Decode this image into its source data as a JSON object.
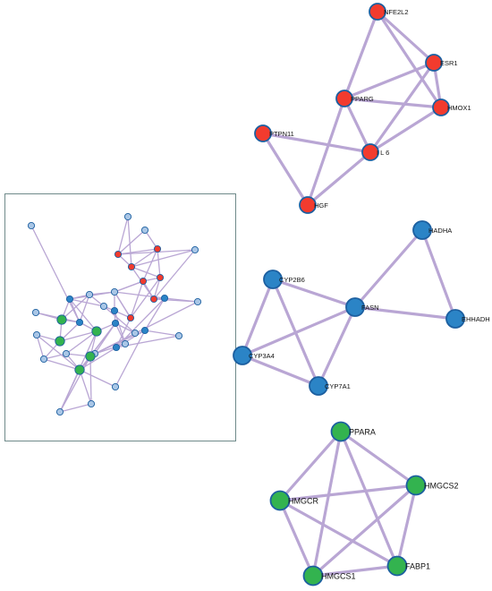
{
  "colors": {
    "red": "#f23b2e",
    "blue": "#2b84c6",
    "green": "#33b34f",
    "light_blue": "#a9c6e6",
    "node_outline": "#1c5fa0",
    "edge": "#b9a6d4",
    "frame": "#6f8a8a"
  },
  "clusters": [
    {
      "name": "red-cluster",
      "node_color": "red",
      "nodes": [
        {
          "id": "NFE2L2",
          "label": "NFE2L2"
        },
        {
          "id": "ESR1",
          "label": "ESR1"
        },
        {
          "id": "PPARG",
          "label": "PPARG"
        },
        {
          "id": "HMOX1",
          "label": "HMOX1"
        },
        {
          "id": "PTPN11",
          "label": "PTPN11"
        },
        {
          "id": "IL6",
          "label": "I L 6"
        },
        {
          "id": "HGF",
          "label": "HGF"
        }
      ],
      "edges": [
        [
          "NFE2L2",
          "ESR1"
        ],
        [
          "NFE2L2",
          "PPARG"
        ],
        [
          "NFE2L2",
          "HMOX1"
        ],
        [
          "ESR1",
          "PPARG"
        ],
        [
          "ESR1",
          "HMOX1"
        ],
        [
          "ESR1",
          "IL6"
        ],
        [
          "PPARG",
          "HMOX1"
        ],
        [
          "PPARG",
          "IL6"
        ],
        [
          "PPARG",
          "HGF"
        ],
        [
          "HMOX1",
          "IL6"
        ],
        [
          "PTPN11",
          "IL6"
        ],
        [
          "PTPN11",
          "HGF"
        ],
        [
          "IL6",
          "HGF"
        ]
      ]
    },
    {
      "name": "blue-cluster",
      "node_color": "blue",
      "nodes": [
        {
          "id": "HADHA",
          "label": "HADHA"
        },
        {
          "id": "CYP2B6",
          "label": "CYP2B6"
        },
        {
          "id": "FASN",
          "label": "FASN"
        },
        {
          "id": "EHHADH",
          "label": "EHHADH"
        },
        {
          "id": "CYP3A4",
          "label": "CYP3A4"
        },
        {
          "id": "CYP7A1",
          "label": "CYP7A1"
        }
      ],
      "edges": [
        [
          "HADHA",
          "FASN"
        ],
        [
          "HADHA",
          "EHHADH"
        ],
        [
          "FASN",
          "EHHADH"
        ],
        [
          "CYP2B6",
          "FASN"
        ],
        [
          "CYP2B6",
          "CYP3A4"
        ],
        [
          "CYP2B6",
          "CYP7A1"
        ],
        [
          "FASN",
          "CYP3A4"
        ],
        [
          "FASN",
          "CYP7A1"
        ],
        [
          "CYP3A4",
          "CYP7A1"
        ]
      ]
    },
    {
      "name": "green-cluster",
      "node_color": "green",
      "nodes": [
        {
          "id": "PPARA",
          "label": "PPARA"
        },
        {
          "id": "HMGCS2",
          "label": "HMGCS2"
        },
        {
          "id": "HMGCR",
          "label": "HMGCR"
        },
        {
          "id": "FABP1",
          "label": "FABP1"
        },
        {
          "id": "HMGCS1",
          "label": "HMGCS1"
        }
      ],
      "edges": [
        [
          "PPARA",
          "HMGCS2"
        ],
        [
          "PPARA",
          "HMGCR"
        ],
        [
          "PPARA",
          "FABP1"
        ],
        [
          "PPARA",
          "HMGCS1"
        ],
        [
          "HMGCS2",
          "HMGCR"
        ],
        [
          "HMGCS2",
          "FABP1"
        ],
        [
          "HMGCS2",
          "HMGCS1"
        ],
        [
          "HMGCR",
          "FABP1"
        ],
        [
          "HMGCR",
          "HMGCS1"
        ],
        [
          "FABP1",
          "HMGCS1"
        ]
      ]
    }
  ],
  "overview_network": {
    "nodes": [
      {
        "id": "o1",
        "color": "light_blue"
      },
      {
        "id": "o2",
        "color": "light_blue"
      },
      {
        "id": "o3",
        "color": "light_blue"
      },
      {
        "id": "o4",
        "color": "light_blue"
      },
      {
        "id": "o5",
        "color": "light_blue"
      },
      {
        "id": "o6",
        "color": "light_blue"
      },
      {
        "id": "o7",
        "color": "light_blue"
      },
      {
        "id": "o8",
        "color": "light_blue"
      },
      {
        "id": "o9",
        "color": "light_blue"
      },
      {
        "id": "o10",
        "color": "light_blue"
      },
      {
        "id": "o11",
        "color": "light_blue"
      },
      {
        "id": "o12",
        "color": "light_blue"
      },
      {
        "id": "o13",
        "color": "light_blue"
      },
      {
        "id": "o14",
        "color": "light_blue"
      },
      {
        "id": "o15",
        "color": "light_blue"
      },
      {
        "id": "o16",
        "color": "light_blue"
      },
      {
        "id": "o17",
        "color": "light_blue"
      },
      {
        "id": "o18",
        "color": "light_blue"
      },
      {
        "id": "o19",
        "color": "light_blue"
      },
      {
        "id": "r1",
        "color": "red"
      },
      {
        "id": "r2",
        "color": "red"
      },
      {
        "id": "r3",
        "color": "red"
      },
      {
        "id": "r4",
        "color": "red"
      },
      {
        "id": "r5",
        "color": "red"
      },
      {
        "id": "r6",
        "color": "red"
      },
      {
        "id": "r7",
        "color": "red"
      },
      {
        "id": "b1",
        "color": "blue"
      },
      {
        "id": "b2",
        "color": "blue"
      },
      {
        "id": "b3",
        "color": "blue"
      },
      {
        "id": "b4",
        "color": "blue"
      },
      {
        "id": "b5",
        "color": "blue"
      },
      {
        "id": "b6",
        "color": "blue"
      },
      {
        "id": "b7",
        "color": "blue"
      },
      {
        "id": "g1",
        "color": "green"
      },
      {
        "id": "g2",
        "color": "green"
      },
      {
        "id": "g3",
        "color": "green"
      },
      {
        "id": "g4",
        "color": "green"
      },
      {
        "id": "g5",
        "color": "green"
      }
    ],
    "edges": [
      [
        "o1",
        "b2"
      ],
      [
        "o2",
        "r1"
      ],
      [
        "o2",
        "r3"
      ],
      [
        "o3",
        "r1"
      ],
      [
        "o3",
        "r2"
      ],
      [
        "r1",
        "r2"
      ],
      [
        "r1",
        "r3"
      ],
      [
        "r1",
        "o4"
      ],
      [
        "r2",
        "r3"
      ],
      [
        "r2",
        "r4"
      ],
      [
        "r2",
        "r5"
      ],
      [
        "r3",
        "r4"
      ],
      [
        "r3",
        "o4"
      ],
      [
        "r3",
        "r6"
      ],
      [
        "r4",
        "r5"
      ],
      [
        "r4",
        "r6"
      ],
      [
        "r5",
        "r6"
      ],
      [
        "r5",
        "o6"
      ],
      [
        "r6",
        "o4"
      ],
      [
        "r6",
        "o5"
      ],
      [
        "r6",
        "b5"
      ],
      [
        "r5",
        "o6"
      ],
      [
        "r7",
        "r5"
      ],
      [
        "r7",
        "b6"
      ],
      [
        "r7",
        "o6"
      ],
      [
        "r4",
        "r7"
      ],
      [
        "o6",
        "b5"
      ],
      [
        "o6",
        "b1"
      ],
      [
        "o6",
        "o7"
      ],
      [
        "o6",
        "b3"
      ],
      [
        "o6",
        "r7"
      ],
      [
        "o7",
        "b1"
      ],
      [
        "o7",
        "b2"
      ],
      [
        "o7",
        "g1"
      ],
      [
        "o7",
        "o8"
      ],
      [
        "b1",
        "b2"
      ],
      [
        "b1",
        "g3"
      ],
      [
        "b1",
        "o8"
      ],
      [
        "b1",
        "g1"
      ],
      [
        "b2",
        "g1"
      ],
      [
        "b2",
        "g2"
      ],
      [
        "b2",
        "g3"
      ],
      [
        "b2",
        "o9"
      ],
      [
        "g1",
        "o9"
      ],
      [
        "g1",
        "g2"
      ],
      [
        "g2",
        "g3"
      ],
      [
        "g2",
        "o10"
      ],
      [
        "g2",
        "o11"
      ],
      [
        "g3",
        "o12"
      ],
      [
        "g3",
        "g4"
      ],
      [
        "g3",
        "o13"
      ],
      [
        "g3",
        "b4"
      ],
      [
        "o8",
        "b3"
      ],
      [
        "o8",
        "o14"
      ],
      [
        "b3",
        "b4"
      ],
      [
        "b3",
        "o15"
      ],
      [
        "b3",
        "r7"
      ],
      [
        "b4",
        "g4"
      ],
      [
        "b4",
        "o15"
      ],
      [
        "b4",
        "o16"
      ],
      [
        "b4",
        "g5"
      ],
      [
        "b5",
        "b6"
      ],
      [
        "b5",
        "b7"
      ],
      [
        "b5",
        "o5"
      ],
      [
        "b6",
        "b7"
      ],
      [
        "b6",
        "o17"
      ],
      [
        "b7",
        "o16"
      ],
      [
        "b7",
        "o18"
      ],
      [
        "b7",
        "o17"
      ],
      [
        "o5",
        "o16"
      ],
      [
        "g4",
        "g5"
      ],
      [
        "g4",
        "o12"
      ],
      [
        "g4",
        "o13"
      ],
      [
        "g4",
        "o19"
      ],
      [
        "g5",
        "o10"
      ],
      [
        "g5",
        "o11"
      ],
      [
        "g5",
        "o12"
      ],
      [
        "g5",
        "o13"
      ],
      [
        "g5",
        "o19"
      ],
      [
        "g5",
        "o18"
      ],
      [
        "g5",
        "o16"
      ],
      [
        "g5",
        "b6"
      ],
      [
        "o10",
        "o11"
      ],
      [
        "o11",
        "o12"
      ],
      [
        "o13",
        "o19"
      ],
      [
        "o14",
        "b4"
      ],
      [
        "o15",
        "o16"
      ]
    ]
  }
}
